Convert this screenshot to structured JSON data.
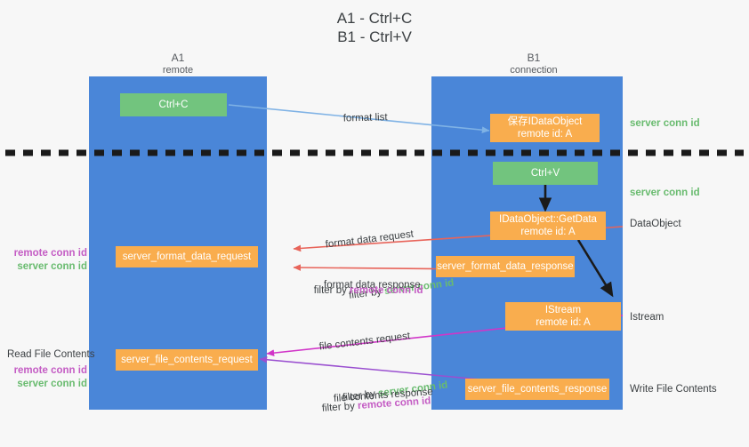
{
  "title": {
    "line1": "A1 - Ctrl+C",
    "line2": "B1 - Ctrl+V"
  },
  "colors": {
    "lane": "#4a86d8",
    "box_green": "#72c47e",
    "box_orange": "#f9ad4e",
    "server_conn": "#69bb6f",
    "remote_conn": "#c45cc4",
    "arrow_blue": "#7fb2e5",
    "arrow_red": "#e8645a",
    "arrow_magenta": "#d135c8",
    "arrow_purple": "#9a4fd0",
    "arrow_black": "#1a1a1a",
    "divider": "#1a1a1a",
    "background": "#f7f7f7"
  },
  "lanes": [
    {
      "id": "a1",
      "name": "A1",
      "sub": "remote"
    },
    {
      "id": "b1",
      "name": "B1",
      "sub": "connection"
    }
  ],
  "nodes": {
    "ctrl_c": {
      "line1": "Ctrl+C",
      "line2": ""
    },
    "save_idataobject": {
      "line1": "保存IDataObject",
      "line2": "remote id: A"
    },
    "ctrl_v": {
      "line1": "Ctrl+V",
      "line2": ""
    },
    "idataobject_getdata": {
      "line1": "IDataObject::GetData",
      "line2": "remote id: A"
    },
    "istream": {
      "line1": "IStream",
      "line2": "remote id: A"
    },
    "server_format_data_request": {
      "line1": "server_format_data_request",
      "line2": ""
    },
    "server_format_data_response": {
      "line1": "server_format_data_response",
      "line2": ""
    },
    "server_file_contents_request": {
      "line1": "server_file_contents_request",
      "line2": ""
    },
    "server_file_contents_response": {
      "line1": "server_file_contents_response",
      "line2": ""
    }
  },
  "right_labels": [
    {
      "id": "server-conn-id-1",
      "text": "server conn id",
      "style": "green"
    },
    {
      "id": "server-conn-id-2",
      "text": "server conn id",
      "style": "green"
    },
    {
      "id": "dataobject",
      "text": "DataObject",
      "style": "dark"
    },
    {
      "id": "istream",
      "text": "Istream",
      "style": "dark"
    },
    {
      "id": "write-file-contents",
      "text": "Write File Contents",
      "style": "dark"
    }
  ],
  "left_labels": {
    "group_upper": {
      "remote": "remote conn id",
      "server": "server conn id"
    },
    "read_file_contents": "Read File Contents",
    "group_lower": {
      "remote": "remote conn id",
      "server": "server conn id"
    }
  },
  "edges": [
    {
      "id": "format-list",
      "caption": "format list",
      "filter_prefix": "",
      "filter_value": "",
      "filter_kind": ""
    },
    {
      "id": "format-data-request",
      "caption": "format data request",
      "filter_prefix": "filter by ",
      "filter_value": "server conn id",
      "filter_kind": "green"
    },
    {
      "id": "format-data-response",
      "caption": "format data response",
      "filter_prefix": "filter by ",
      "filter_value": "remote conn id",
      "filter_kind": "purple"
    },
    {
      "id": "file-contents-request",
      "caption": "file contents request",
      "filter_prefix": "filter by ",
      "filter_value": "server conn id",
      "filter_kind": "green"
    },
    {
      "id": "file-contents-response",
      "caption": "file contents response",
      "filter_prefix": "filter by ",
      "filter_value": "remote conn id",
      "filter_kind": "purple"
    }
  ]
}
